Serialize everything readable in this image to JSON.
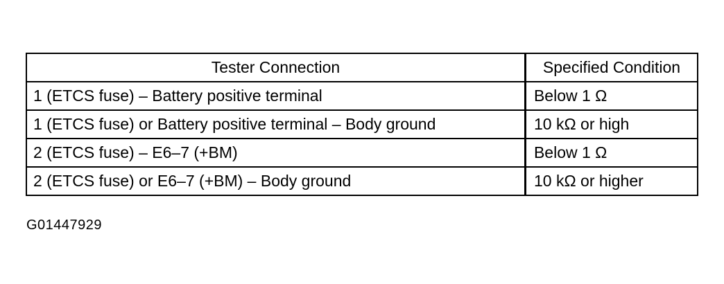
{
  "table": {
    "headers": {
      "connection": "Tester Connection",
      "condition": "Specified Condition"
    },
    "rows": [
      {
        "connection": "1 (ETCS fuse) – Battery positive terminal",
        "condition": "Below 1 Ω"
      },
      {
        "connection": "1 (ETCS fuse) or Battery positive terminal – Body ground",
        "condition": "10 kΩ or high"
      },
      {
        "connection": "2 (ETCS fuse) – E6–7 (+BM)",
        "condition": "Below 1 Ω"
      },
      {
        "connection": "2 (ETCS fuse) or E6–7 (+BM) – Body ground",
        "condition": "10 kΩ or higher"
      }
    ]
  },
  "figure_id": "G01447929"
}
